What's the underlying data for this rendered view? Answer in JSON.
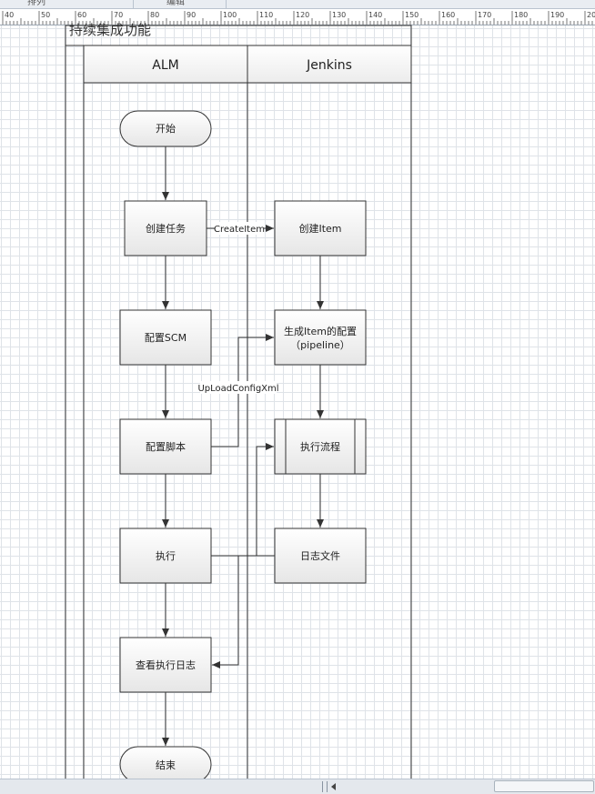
{
  "toolbar": {
    "left_label": "排列",
    "right_label": "编辑"
  },
  "ruler": {
    "ticks": [
      "40",
      "50",
      "60",
      "70",
      "80",
      "90",
      "100",
      "110",
      "120",
      "130",
      "140",
      "150",
      "160",
      "170",
      "180",
      "190",
      "20"
    ]
  },
  "pool": {
    "title": "持续集成功能",
    "lanes": [
      "ALM",
      "Jenkins"
    ]
  },
  "nodes": {
    "start": "开始",
    "create_task": "创建任务",
    "config_scm": "配置SCM",
    "config_script": "配置脚本",
    "execute": "执行",
    "view_log": "查看执行日志",
    "end": "结束",
    "create_item": "创建Item",
    "gen_config_line1": "生成Item的配置",
    "gen_config_line2": "（pipeline）",
    "exec_flow": "执行流程",
    "log_file": "日志文件"
  },
  "edge_labels": {
    "create_item": "CreateItem",
    "upload_config": "UpLoadConfigXml"
  },
  "colors": {
    "line": "#333333",
    "shape_fill_top": "#ffffff",
    "shape_fill_bottom": "#e6e6e6",
    "header_fill": "#f2f2f2"
  }
}
